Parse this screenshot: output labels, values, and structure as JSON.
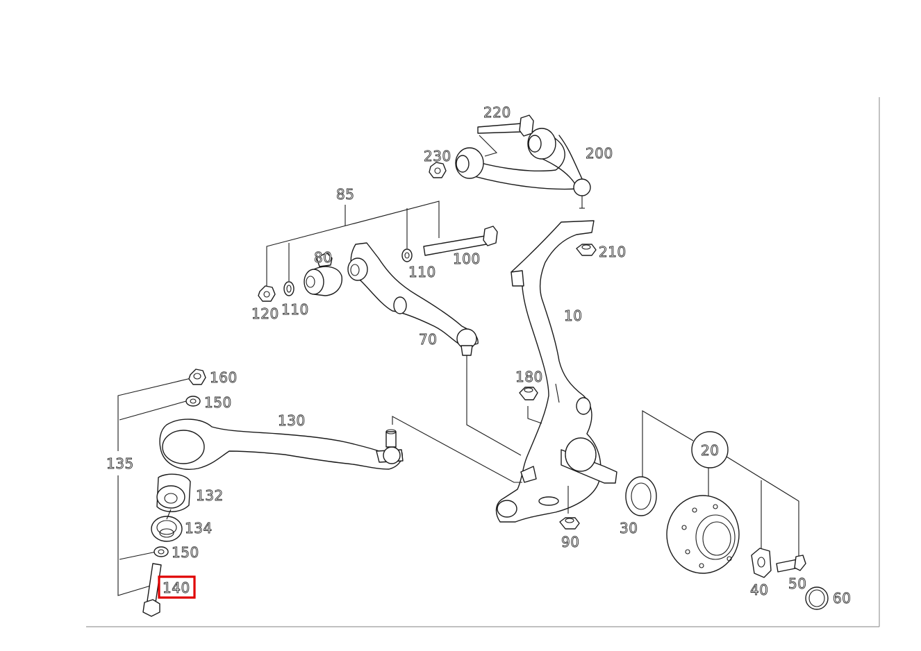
{
  "callouts": {
    "c220": "220",
    "c230": "230",
    "c200": "200",
    "c85": "85",
    "c100": "100",
    "c110a": "110",
    "c210": "210",
    "c80": "80",
    "c120": "120",
    "c110b": "110",
    "c10": "10",
    "c70": "70",
    "c160": "160",
    "c150a": "150",
    "c180": "180",
    "c130": "130",
    "c135": "135",
    "c20": "20",
    "c132": "132",
    "c134": "134",
    "c90": "90",
    "c30": "30",
    "c150b": "150",
    "c140": "140",
    "c40": "40",
    "c50": "50",
    "c60": "60"
  },
  "highlighted_callout": "140",
  "highlight_color": "#e00000"
}
